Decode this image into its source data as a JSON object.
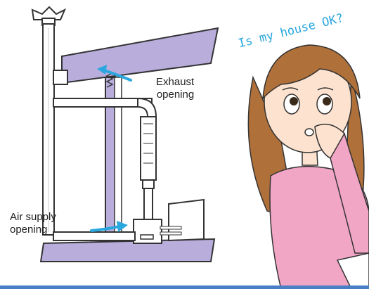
{
  "speech_bubble": {
    "text": "Is my house OK?"
  },
  "labels": {
    "exhaust": {
      "line1": "Exhaust",
      "line2": "opening"
    },
    "air_supply": {
      "line1": "Air supply",
      "line2": "opening"
    }
  },
  "colors": {
    "duct_fill": "#b9addc",
    "speech_text": "#2aa7df",
    "arrow": "#2aa7df",
    "shirt": "#f2a6c6",
    "hair": "#b0703a",
    "skin": "#fde3cf",
    "bottom_strip": "#4a7fc6"
  },
  "icons": [
    "arrow-exhaust-icon",
    "arrow-air-supply-icon",
    "spring-coil-icon"
  ]
}
